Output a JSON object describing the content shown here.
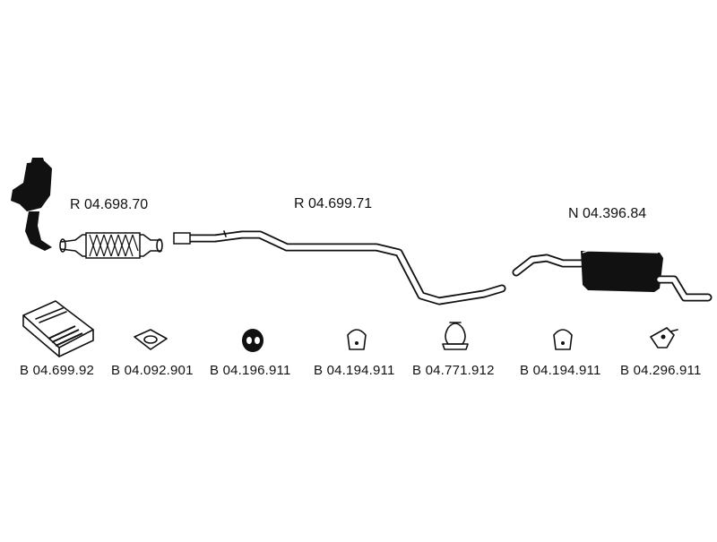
{
  "assembly": {
    "labels": {
      "front_section": "R 04.698.70",
      "middle_section": "R 04.699.71",
      "rear_silencer": "N 04.396.84"
    }
  },
  "hardware": {
    "items": [
      {
        "part_no": "B 04.699.92",
        "icon": "mounting-kit-box-icon"
      },
      {
        "part_no": "B 04.092.901",
        "icon": "gasket-icon"
      },
      {
        "part_no": "B 04.196.911",
        "icon": "rubber-hanger-icon"
      },
      {
        "part_no": "B 04.194.911",
        "icon": "rubber-mount-icon"
      },
      {
        "part_no": "B 04.771.912",
        "icon": "pipe-clamp-icon"
      },
      {
        "part_no": "B 04.194.911",
        "icon": "rubber-mount-icon"
      },
      {
        "part_no": "B 04.296.911",
        "icon": "bracket-icon"
      }
    ]
  }
}
